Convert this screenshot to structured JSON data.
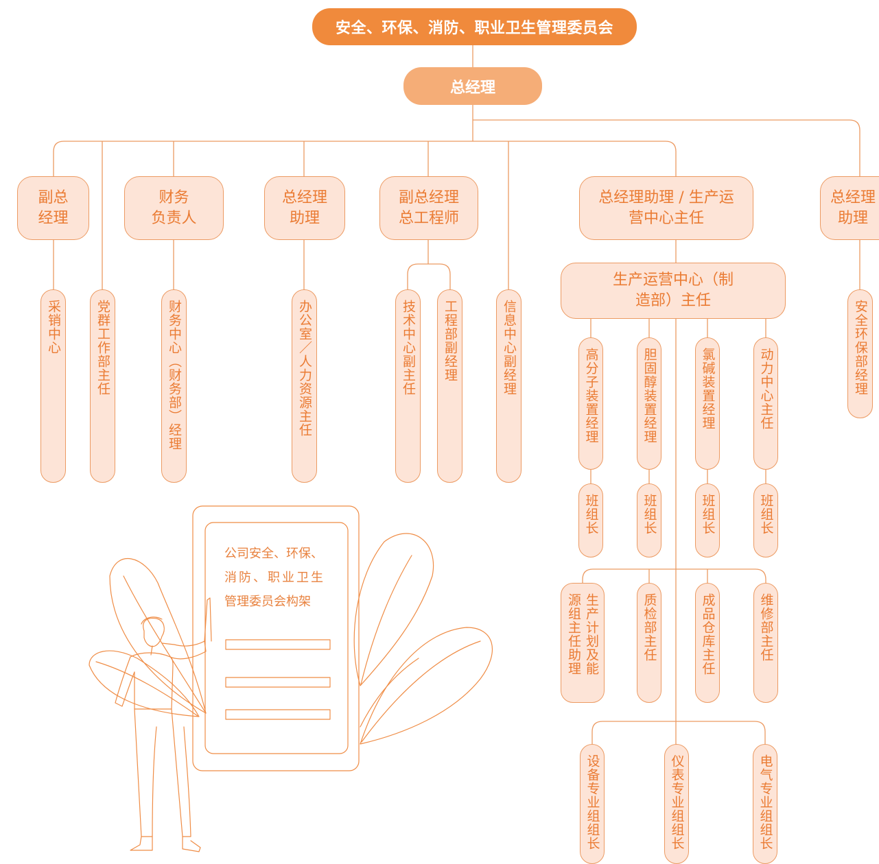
{
  "colors": {
    "accent": "#f08a3c",
    "accent_light": "#f5ad77",
    "box_fill": "#fde4d7",
    "line": "#ec9a62"
  },
  "top": "安全、环保、消防、职业卫生管理委员会",
  "gm": "总经理",
  "level2": [
    {
      "l1": "副总",
      "l2": "经理"
    },
    {
      "l1": "财务",
      "l2": "负责人"
    },
    {
      "l1": "总经理",
      "l2": "助理"
    },
    {
      "l1": "副总经理",
      "l2": "总工程师"
    },
    {
      "l1": "总经理助理 / 生产运",
      "l2": "营中心主任"
    },
    {
      "l1": "总经理",
      "l2": "助理"
    }
  ],
  "production_center": {
    "l1": "生产运营中心（制",
    "l2": "造部）主任"
  },
  "level3": [
    "采销中心",
    "党群工作部主任",
    "财务中心（财务部）经理",
    "办公室／人力资源主任",
    "技术中心副主任",
    "工程部副经理",
    "信息中心副经理",
    "安全环保部经理"
  ],
  "units": [
    "高分子装置经理",
    "胆固醇装置经理",
    "氯碱装置经理",
    "动力中心主任"
  ],
  "team_leader": "班组长",
  "departments": [
    {
      "c1": "生产计划及能",
      "c2": "源组主任助理"
    },
    {
      "c1": "质检部主任"
    },
    {
      "c1": "成品仓库主任"
    },
    {
      "c1": "维修部主任"
    }
  ],
  "specialty_groups": [
    "设备专业组组长",
    "仪表专业组组长",
    "电气专业组组长"
  ],
  "board": {
    "line1": "公司安全、环保、",
    "line2": "消防、职业卫生",
    "line3": "管理委员会构架"
  }
}
